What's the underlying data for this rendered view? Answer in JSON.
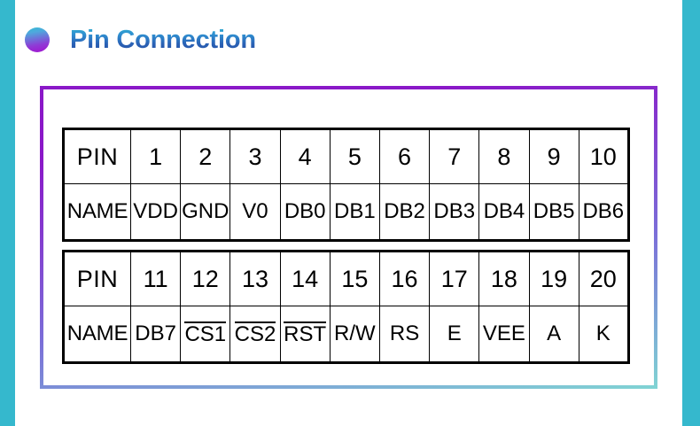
{
  "slide": {
    "title": "Pin Connection",
    "bullet_icon": "gradient-circle-bullet",
    "accent_cyan": "#35b8cd",
    "border_top_color": "#8a18c8",
    "border_bottom_color": "#80d4d4",
    "title_gradient_from": "#2fb5cf",
    "title_gradient_to": "#23489b"
  },
  "tables": [
    {
      "id": "pin-table-1",
      "row_labels": [
        "PIN",
        "NAME"
      ],
      "pins": [
        "1",
        "2",
        "3",
        "4",
        "5",
        "6",
        "7",
        "8",
        "9",
        "10"
      ],
      "names": [
        "VDD",
        "GND",
        "V0",
        "DB0",
        "DB1",
        "DB2",
        "DB3",
        "DB4",
        "DB5",
        "DB6"
      ],
      "overlined": [
        false,
        false,
        false,
        false,
        false,
        false,
        false,
        false,
        false,
        false
      ]
    },
    {
      "id": "pin-table-2",
      "row_labels": [
        "PIN",
        "NAME"
      ],
      "pins": [
        "11",
        "12",
        "13",
        "14",
        "15",
        "16",
        "17",
        "18",
        "19",
        "20"
      ],
      "names": [
        "DB7",
        "CS1",
        "CS2",
        "RST",
        "R/W",
        "RS",
        "E",
        "VEE",
        "A",
        "K"
      ],
      "overlined": [
        false,
        true,
        true,
        true,
        false,
        false,
        false,
        false,
        false,
        false
      ]
    }
  ]
}
